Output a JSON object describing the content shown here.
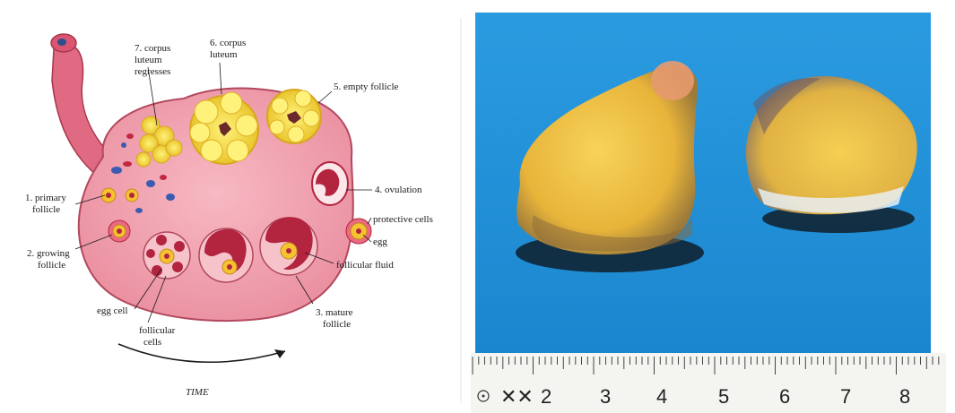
{
  "diagram": {
    "stages": {
      "primary_follicle": [
        "1. primary",
        "follicle"
      ],
      "growing_follicle": [
        "2. growing",
        "follicle"
      ],
      "mature_follicle": [
        "3. mature",
        "follicle"
      ],
      "ovulation": "4. ovulation",
      "empty_follicle": "5. empty follicle",
      "corpus_luteum": [
        "6. corpus",
        "luteum"
      ],
      "corpus_luteum_regresses": [
        "7. corpus",
        "luteum",
        "regresses"
      ]
    },
    "labels": {
      "protective_cells": "protective cells",
      "egg": "egg",
      "follicular_fluid": "follicular fluid",
      "egg_cell": "egg cell",
      "follicular_cells": [
        "follicular",
        "cells"
      ],
      "time": "TIME"
    }
  },
  "photo": {
    "ruler_numbers": [
      "2",
      "3",
      "4",
      "5",
      "6",
      "7",
      "8"
    ],
    "colors": {
      "background": "#1e8fd6",
      "tissue": "#f2c23c",
      "ruler": "#f4f4f0"
    }
  },
  "colors": {
    "ovary": "#f2a9b4",
    "ovary_outline": "#b3485e",
    "corpus_luteum": "#f6e04a",
    "follicle_red": "#b3243f",
    "egg_yellow": "#f5c232"
  }
}
